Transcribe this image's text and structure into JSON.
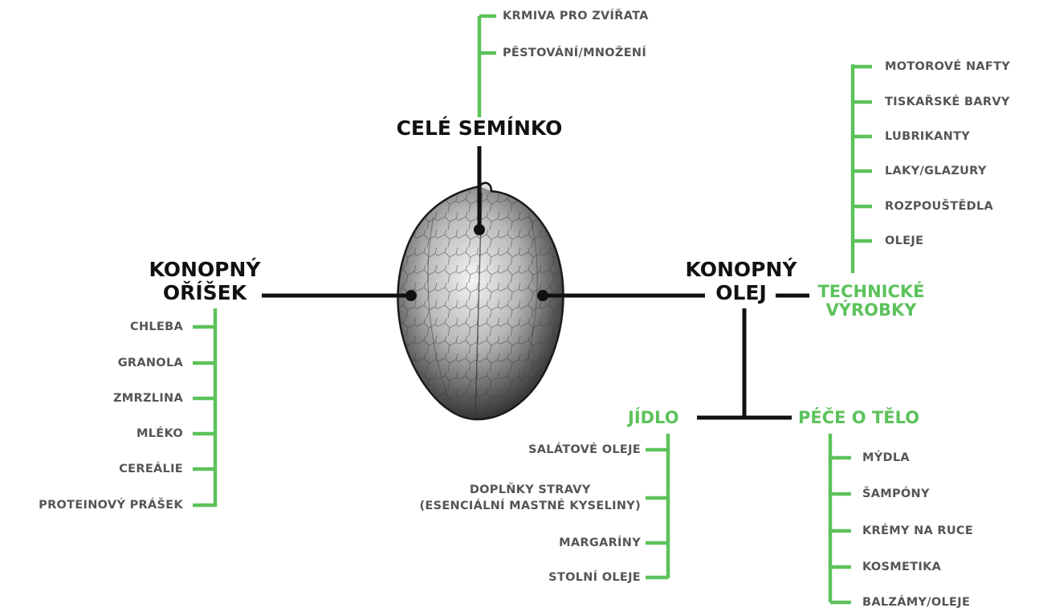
{
  "colors": {
    "green": "#5cc25b",
    "black": "#111111",
    "gray_text": "#555555"
  },
  "center": {
    "icon": "hemp-seed-icon"
  },
  "whole_seed": {
    "title": "CELÉ SEMÍNKO",
    "items": [
      "KRMIVA PRO ZVÍŘATA",
      "PĚSTOVÁNÍ/MNOŽENÍ"
    ]
  },
  "hemp_nut": {
    "title_line1": "KONOPNÝ",
    "title_line2": "OŘÍŠEK",
    "items": [
      "CHLEBA",
      "GRANOLA",
      "ZMRZLINA",
      "MLÉKO",
      "CEREÁLIE",
      "PROTEINOVÝ PRÁŠEK"
    ]
  },
  "hemp_oil": {
    "title_line1": "KONOPNÝ",
    "title_line2": "OLEJ"
  },
  "technical": {
    "title_line1": "TECHNICKÉ",
    "title_line2": "VÝROBKY",
    "items": [
      "MOTOROVÉ NAFTY",
      "TISKAŘSKÉ BARVY",
      "LUBRIKANTY",
      "LAKY/GLAZURY",
      "ROZPOUŠTĚDLA",
      "OLEJE"
    ]
  },
  "food": {
    "title": "JÍDLO",
    "items": [
      "SALÁTOVÉ OLEJE",
      "DOPLŇKY STRAVY",
      "(ESENCIÁLNÍ MASTNÉ KYSELINY)",
      "MARGARÍNY",
      "STOLNÍ OLEJE"
    ]
  },
  "body_care": {
    "title": "PÉČE O TĚLO",
    "items": [
      "MÝDLA",
      "ŠAMPÓNY",
      "KRÉMY NA RUCE",
      "KOSMETIKA",
      "BALZÁMY/OLEJE"
    ]
  }
}
